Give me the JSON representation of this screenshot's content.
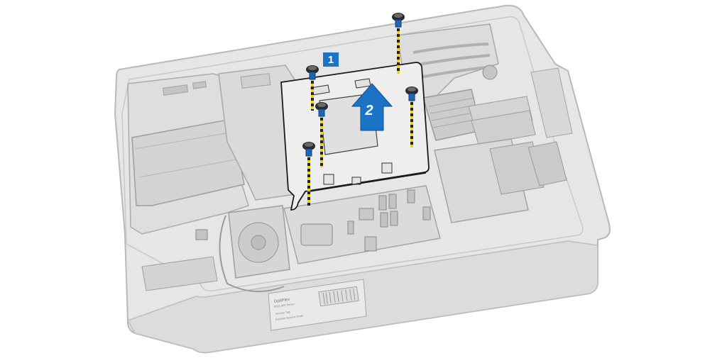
{
  "diagram": {
    "colors": {
      "chassis_fill": "#e6e6e6",
      "chassis_stroke": "#b9b9b9",
      "panel_fill": "#d6d6d6",
      "panel_stroke": "#a9a9a9",
      "bracket_fill": "#eeeeee",
      "bracket_stroke": "#1a1a1a",
      "callout": "#1a73c4",
      "callout_text": "#ffffff",
      "screw_head": "#2b2b2b",
      "screw_accent": "#1b66b8",
      "screw_path_a": "#f1d11a",
      "screw_path_b": "#222222"
    },
    "callouts": [
      {
        "id": "1",
        "label": "1",
        "meaning": "remove screws"
      },
      {
        "id": "2",
        "label": "2",
        "meaning": "lift bracket"
      }
    ],
    "label_plate": {
      "brand": "OptiPlex",
      "model": "9020 AIO Series",
      "lines": [
        "Service Tag",
        "Express Service Code"
      ]
    }
  }
}
